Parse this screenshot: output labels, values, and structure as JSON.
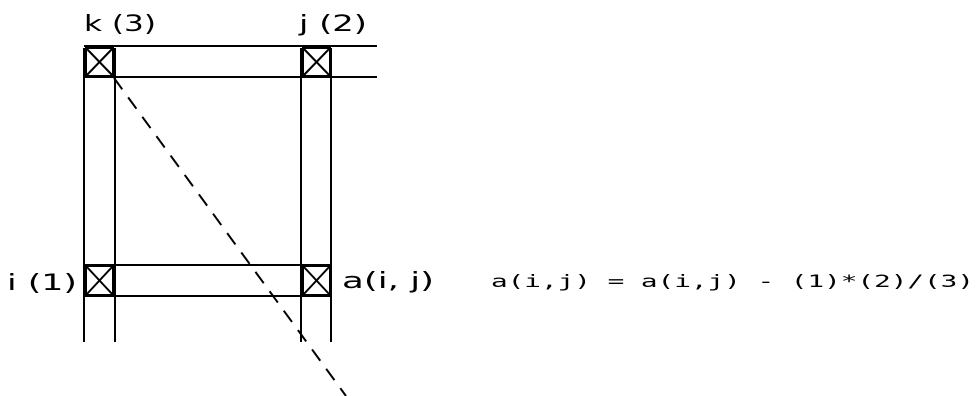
{
  "labels": {
    "k": "k (3)",
    "j": "j (2)",
    "i": "i (1)",
    "a": "a(i, j)"
  },
  "formula": "a(i,j) = a(i,j) - (1)*(2)/(3)"
}
